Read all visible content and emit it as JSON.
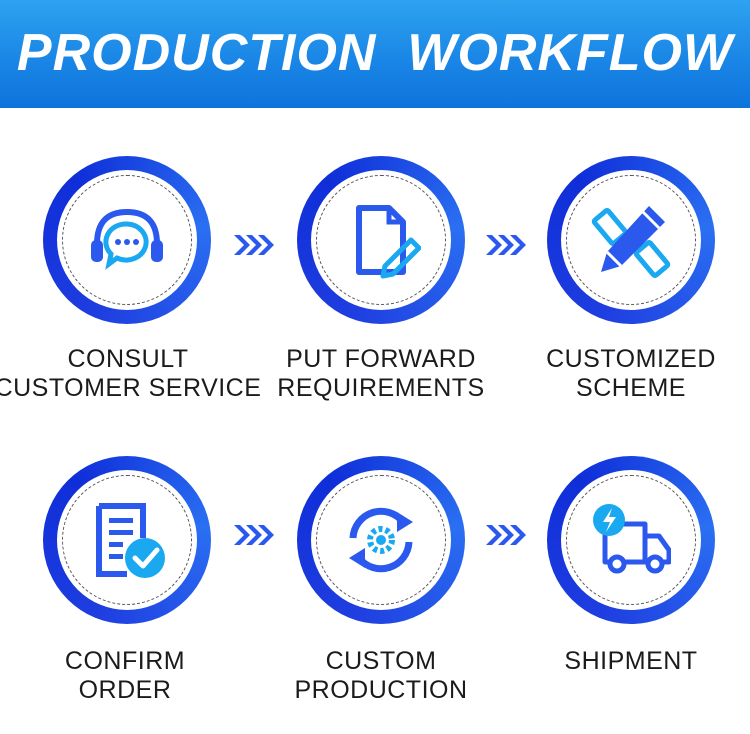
{
  "banner": {
    "title": "PRODUCTION  WORKFLOW"
  },
  "colors": {
    "banner": "#1a86e6",
    "ring": "#1f3ee0",
    "icon": "#2b59ee",
    "accent": "#1aa8f0"
  },
  "steps": [
    {
      "line1": "CONSULT",
      "line2": "CUSTOMER SERVICE",
      "icon": "headset-chat-icon"
    },
    {
      "line1": "PUT FORWARD",
      "line2": "REQUIREMENTS",
      "icon": "document-pen-icon"
    },
    {
      "line1": "CUSTOMIZED",
      "line2": "SCHEME",
      "icon": "pencil-ruler-icon"
    },
    {
      "line1": "CONFIRM",
      "line2": "ORDER",
      "icon": "checklist-icon"
    },
    {
      "line1": "CUSTOM",
      "line2": "PRODUCTION",
      "icon": "gear-cycle-icon"
    },
    {
      "line1": "SHIPMENT",
      "line2": "",
      "icon": "delivery-truck-icon"
    }
  ]
}
